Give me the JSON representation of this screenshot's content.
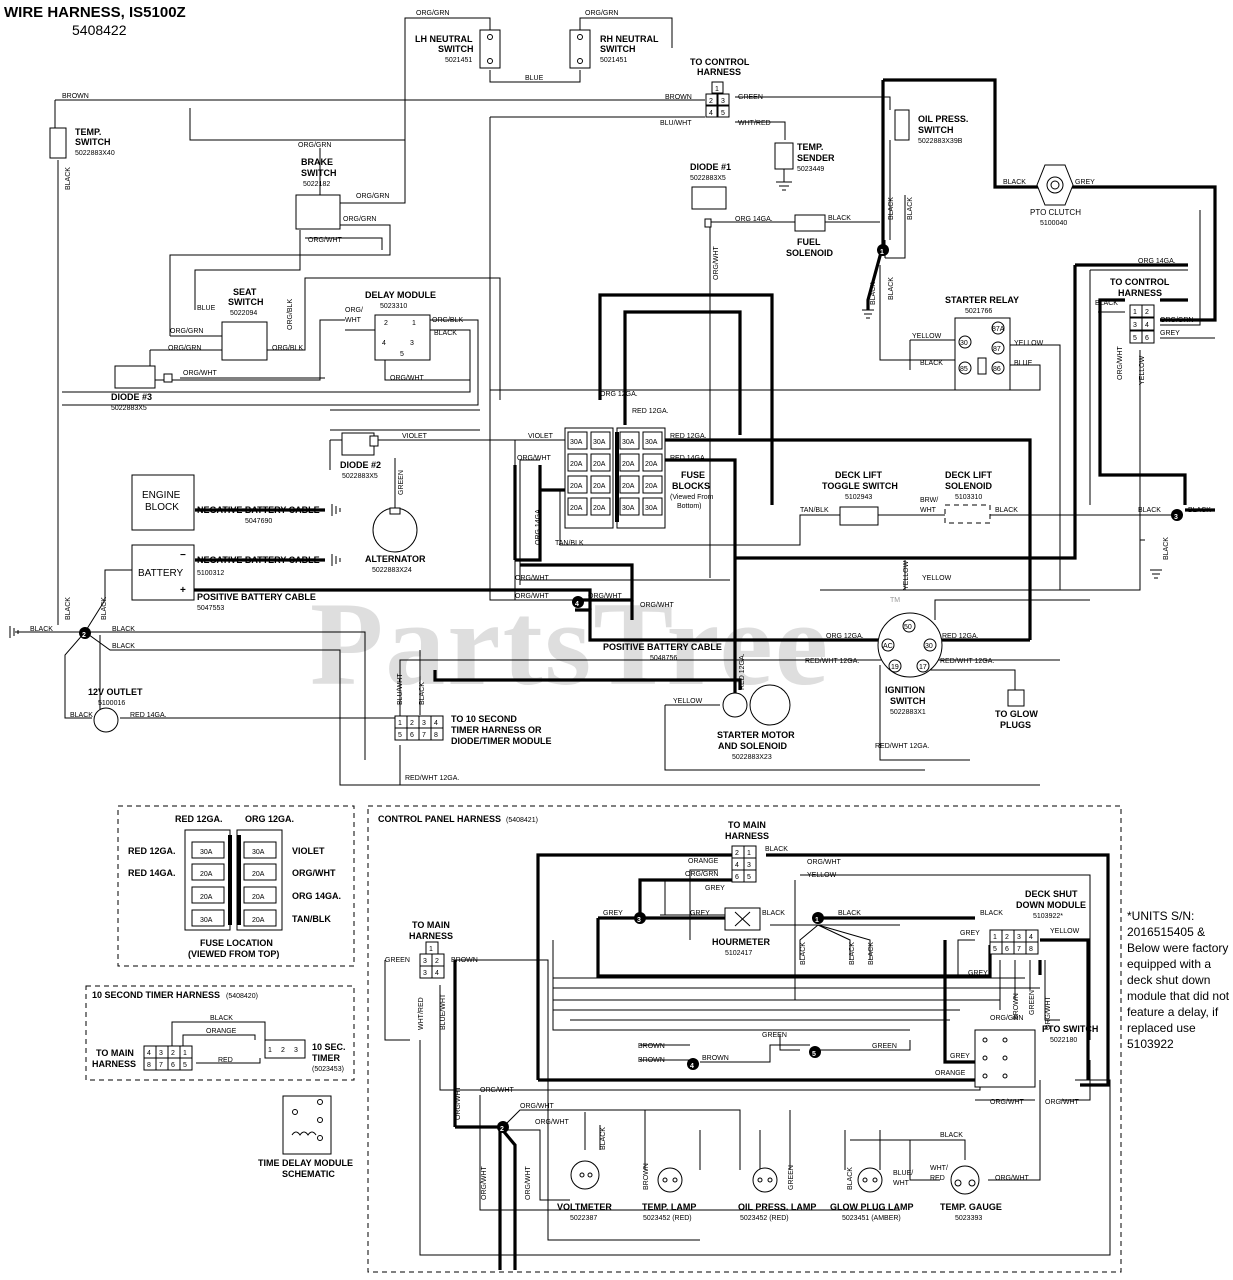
{
  "title": "WIRE HARNESS, IS5100Z",
  "part_number": "5408422",
  "watermark": "PartsTree",
  "tm": "TM",
  "note": "*UNITS S/N: 2016515405 & Below were factory equipped with a deck shut down module that did not feature a delay, if replaced use 5103922",
  "components": {
    "lh_neutral": {
      "name1": "LH NEUTRAL",
      "name2": "SWITCH",
      "pn": "5021451"
    },
    "rh_neutral": {
      "name1": "RH NEUTRAL",
      "name2": "SWITCH",
      "pn": "5021451"
    },
    "to_control_top": {
      "name1": "TO CONTROL",
      "name2": "HARNESS"
    },
    "temp_switch": {
      "name1": "TEMP.",
      "name2": "SWITCH",
      "pn": "5022883X40"
    },
    "brake_switch": {
      "name1": "BRAKE",
      "name2": "SWITCH",
      "pn": "5022182"
    },
    "oil_press_switch": {
      "name1": "OIL PRESS.",
      "name2": "SWITCH",
      "pn": "5022883X39B"
    },
    "temp_sender": {
      "name1": "TEMP.",
      "name2": "SENDER",
      "pn": "5023449"
    },
    "diode1": {
      "name": "DIODE #1",
      "pn": "5022883X5"
    },
    "fuel_solenoid": {
      "name1": "FUEL",
      "name2": "SOLENOID"
    },
    "pto_clutch": {
      "name": "PTO CLUTCH",
      "pn": "5100040"
    },
    "seat_switch": {
      "name1": "SEAT",
      "name2": "SWITCH",
      "pn": "5022094"
    },
    "delay_module": {
      "name": "DELAY MODULE",
      "pn": "5023310"
    },
    "starter_relay": {
      "name": "STARTER RELAY",
      "pn": "5021766"
    },
    "to_control_right": {
      "name1": "TO CONTROL",
      "name2": "HARNESS"
    },
    "diode3": {
      "name": "DIODE #3",
      "pn": "5022883X5"
    },
    "diode2": {
      "name": "DIODE #2",
      "pn": "5022883X5"
    },
    "fuse_blocks": {
      "name1": "FUSE",
      "name2": "BLOCKS",
      "sub1": "(Viewed From",
      "sub2": "Bottom)"
    },
    "deck_lift_toggle": {
      "name1": "DECK LIFT",
      "name2": "TOGGLE SWITCH",
      "pn": "5102943"
    },
    "deck_lift_solenoid": {
      "name1": "DECK LIFT",
      "name2": "SOLENOID",
      "pn": "5103310"
    },
    "engine_block": {
      "name1": "ENGINE",
      "name2": "BLOCK"
    },
    "neg_cable_1": {
      "name": "NEGATIVE BATTERY CABLE",
      "pn": "5047690"
    },
    "battery": {
      "name": "BATTERY",
      "pn": "5100312",
      "minus": "−",
      "plus": "+"
    },
    "neg_cable_2": {
      "name": "NEGATIVE BATTERY CABLE"
    },
    "pos_cable_1": {
      "name": "POSITIVE BATTERY CABLE",
      "pn": "5047553"
    },
    "alternator": {
      "name": "ALTERNATOR",
      "pn": "5022883X24"
    },
    "pos_cable_2": {
      "name": "POSITIVE BATTERY CABLE",
      "pn": "5048756"
    },
    "ignition_switch": {
      "name1": "IGNITION",
      "name2": "SWITCH",
      "pn": "5022883X1"
    },
    "glow_plugs": {
      "name1": "TO GLOW",
      "name2": "PLUGS"
    },
    "outlet": {
      "name": "12V OUTLET",
      "pn": "5100016"
    },
    "timer_conn": {
      "name1": "TO 10 SECOND",
      "name2": "TIMER HARNESS OR",
      "name3": "DIODE/TIMER MODULE"
    },
    "starter_motor": {
      "name1": "STARTER MOTOR",
      "name2": "AND SOLENOID",
      "pn": "5022883X23"
    },
    "fuse_location": {
      "name1": "FUSE LOCATION",
      "name2": "(VIEWED FROM TOP)"
    },
    "control_panel": {
      "name": "CONTROL PANEL HARNESS",
      "pn": "(5408421)"
    },
    "to_main_top": {
      "name1": "TO MAIN",
      "name2": "HARNESS"
    },
    "to_main_left": {
      "name1": "TO MAIN",
      "name2": "HARNESS"
    },
    "hourmeter": {
      "name": "HOURMETER",
      "pn": "5102417"
    },
    "deck_shut": {
      "name1": "DECK SHUT",
      "name2": "DOWN MODULE",
      "pn": "5103922*"
    },
    "pto_switch": {
      "name": "PTO SWITCH",
      "pn": "5022180"
    },
    "voltmeter": {
      "name": "VOLTMETER",
      "pn": "5022387"
    },
    "temp_lamp": {
      "name": "TEMP. LAMP",
      "pn": "5023452 (RED)"
    },
    "oil_lamp": {
      "name": "OIL PRESS. LAMP",
      "pn": "5023452 (RED)"
    },
    "glow_lamp": {
      "name": "GLOW PLUG LAMP",
      "pn": "5023451 (AMBER)"
    },
    "temp_gauge": {
      "name": "TEMP. GAUGE",
      "pn": "5023393"
    },
    "timer_harness": {
      "name": "10 SECOND TIMER HARNESS",
      "pn": "(5408420)",
      "to_main1": "TO MAIN",
      "to_main2": "HARNESS",
      "timer1": "10 SEC.",
      "timer2": "TIMER",
      "timer_pn": "(5023453)"
    },
    "time_delay": {
      "name1": "TIME DELAY MODULE",
      "name2": "SCHEMATIC"
    }
  },
  "fuse_values": {
    "main": [
      [
        "30A",
        "30A",
        "30A",
        "30A"
      ],
      [
        "20A",
        "20A",
        "20A",
        "20A"
      ],
      [
        "20A",
        "20A",
        "20A",
        "20A"
      ],
      [
        "20A",
        "20A",
        "30A",
        "30A"
      ]
    ],
    "top_left": [
      "30A",
      "20A",
      "20A",
      "30A"
    ],
    "top_right": [
      "30A",
      "20A",
      "20A",
      "20A"
    ]
  },
  "wire_labels": {
    "org_grn": "ORG/GRN",
    "blue": "BLUE",
    "brown": "BROWN",
    "green": "GREEN",
    "blu_wht": "BLU/WHT",
    "wht_red": "WHT/RED",
    "black": "BLACK",
    "grey": "GREY",
    "org_14": "ORG 14GA.",
    "org_wht": "ORG/WHT",
    "org_blk": "ORG/BLK",
    "org_wht_slash": "ORG/",
    "wht": "WHT",
    "yellow": "YELLOW",
    "violet": "VIOLET",
    "org_12": "ORG 12GA.",
    "red_12": "RED 12GA.",
    "red_14": "RED 14GA.",
    "tan_blk": "TAN/BLK",
    "brw_wht": "BRW/",
    "red_wht_12": "RED/WHT 12GA.",
    "org_14_short": "ORG 14GA.",
    "orange": "ORANGE",
    "red": "RED",
    "blue_wht": "BLUE/WHT",
    "blue_slash": "BLUE/",
    "wht_red2": "WHT/",
    "red2": "RED"
  },
  "pins": {
    "p1": "1",
    "p2": "2",
    "p3": "3",
    "p4": "4",
    "p5": "5",
    "p6": "6",
    "p7": "7",
    "p8": "8",
    "p30": "30",
    "p87a": "87A",
    "p87": "87",
    "p85": "85",
    "p86": "86",
    "p50": "50",
    "pac": "AC",
    "p19": "19",
    "p17": "17",
    "n1": "1",
    "n2": "2",
    "n3": "3",
    "n4": "4",
    "n5": "5"
  }
}
